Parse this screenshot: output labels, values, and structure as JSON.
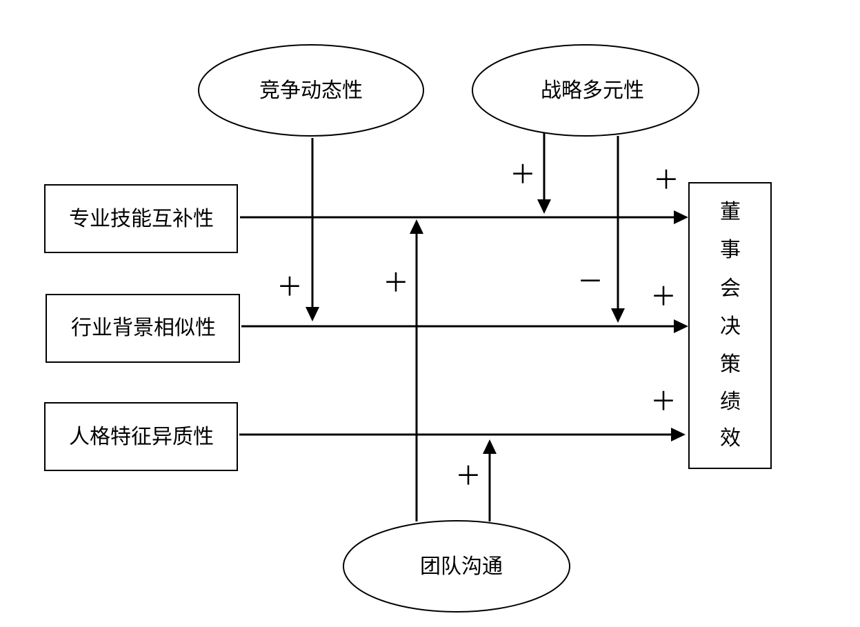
{
  "ellipses": {
    "competition": "竞争动态性",
    "strategy": "战略多元性",
    "communication": "团队沟通"
  },
  "boxes": {
    "skill": "专业技能互补性",
    "industry": "行业背景相似性",
    "personality": "人格特征异质性",
    "outcome": [
      "董",
      "事",
      "会",
      "决",
      "策",
      "绩",
      "效"
    ]
  },
  "signs": {
    "skill_main": "＋",
    "industry_main": "＋",
    "personality_main": "＋",
    "competition_on_industry": "＋",
    "strategy_on_skill": "＋",
    "strategy_on_industry": "－",
    "communication_on_skill": "＋",
    "communication_on_personality": "＋"
  }
}
